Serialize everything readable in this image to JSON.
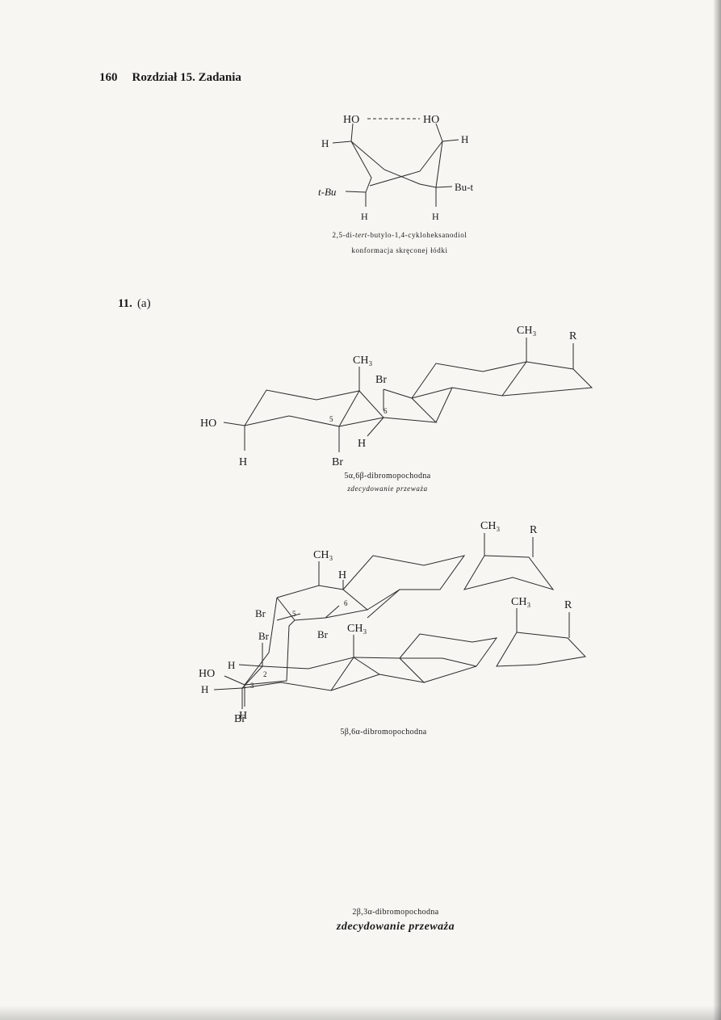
{
  "header": {
    "page_number": "160",
    "chapter": "Rozdział 15. Zadania"
  },
  "problem": {
    "number": "11.",
    "part": "(a)"
  },
  "figure1": {
    "labels": {
      "ho_left": "HO",
      "ho_right": "HO",
      "h_top_left": "H",
      "h_top_right": "H",
      "tbu_left": "t-Bu",
      "bu_right": "Bu-t",
      "h_bottom_left": "H",
      "h_bottom_right": "H"
    },
    "caption_line1_pre": "2,5-di-",
    "caption_line1_italic": "tert",
    "caption_line1_post": "-butylo-1,4-cykloheksanodiol",
    "caption_line2": "konformacja skręconej łódki"
  },
  "steroid1": {
    "labels": {
      "ch3_top": "CH₃",
      "r": "R",
      "ch3_mid": "CH₃",
      "br_top": "Br",
      "ho": "HO",
      "c5": "5",
      "c6": "6",
      "h_mid": "H",
      "h_left": "H",
      "br_bottom": "Br"
    },
    "caption": "5α,6β-dibromopochodna",
    "note": "zdecydowanie przeważa"
  },
  "steroid2": {
    "labels": {
      "ch3_top": "CH₃",
      "r": "R",
      "ch3_mid": "CH₃",
      "h_top": "H",
      "br_left": "Br",
      "c5": "5",
      "c6": "6",
      "br_mid": "Br",
      "ho": "HO",
      "h_bottom": "H"
    },
    "caption": "5β,6α-dibromopochodna"
  },
  "steroid3": {
    "labels": {
      "ch3_top": "CH₃",
      "r": "R",
      "br_top": "Br",
      "ch3_mid": "CH₃",
      "h_c2": "H",
      "c2": "2",
      "h_c3": "H",
      "c3": "3",
      "br_bottom": "Br"
    },
    "caption": "2β,3α-dibromopochodna",
    "note": "zdecydowanie przeważa"
  }
}
